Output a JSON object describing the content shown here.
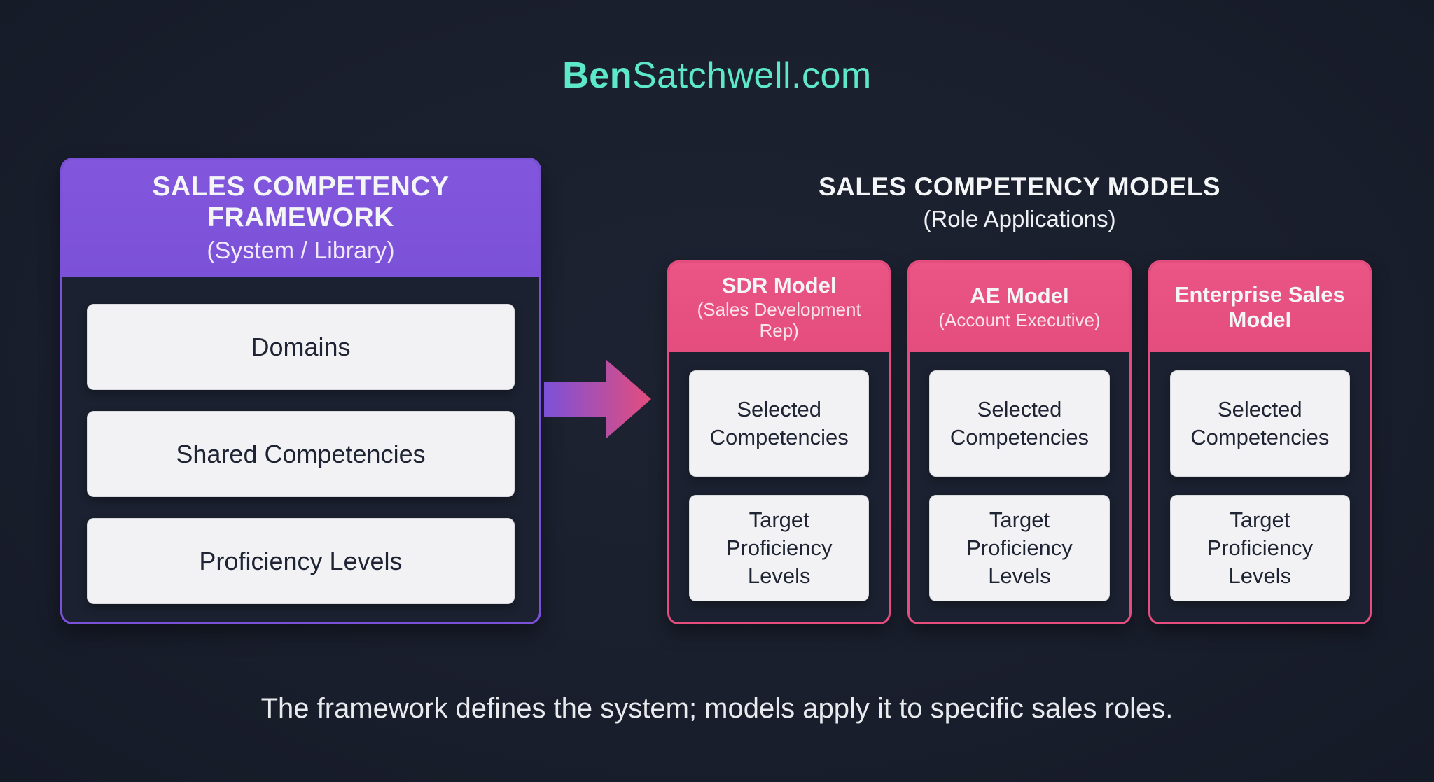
{
  "header": {
    "brand_bold": "Ben",
    "brand_rest": "Satchwell.com"
  },
  "framework": {
    "title": "SALES COMPETENCY FRAMEWORK",
    "subtitle": "(System / Library)",
    "items": [
      "Domains",
      "Shared Competencies",
      "Proficiency Levels"
    ]
  },
  "models": {
    "title": "SALES COMPETENCY MODELS",
    "subtitle": "(Role Applications)",
    "cards": [
      {
        "title": "SDR Model",
        "subtitle": "(Sales Development Rep)",
        "items": [
          "Selected Competencies",
          "Target Proficiency Levels"
        ]
      },
      {
        "title": "AE Model",
        "subtitle": "(Account Executive)",
        "items": [
          "Selected Competencies",
          "Target Proficiency Levels"
        ]
      },
      {
        "title": "Enterprise Sales Model",
        "subtitle": "",
        "items": [
          "Selected Competencies",
          "Target Proficiency Levels"
        ]
      }
    ]
  },
  "footer": {
    "caption": "The framework defines the system; models apply it to specific sales roles."
  },
  "colors": {
    "background": "#1a1f2d",
    "purple": "#7b51d8",
    "pink": "#e44d7d",
    "teal": "#5ee8cb",
    "box_bg": "#f2f2f4",
    "box_text": "#1e2433",
    "light_text": "#f4f5f7"
  }
}
